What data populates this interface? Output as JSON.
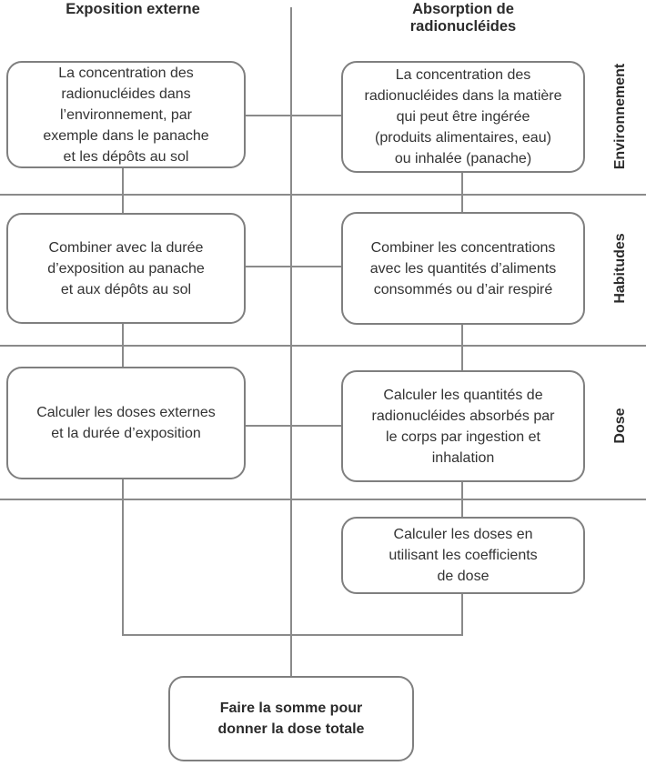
{
  "diagram": {
    "left_column_header": "Exposition externe",
    "right_column_header": "Absorption de\nradionucléides",
    "row_labels": [
      "Environnement",
      "Habitudes",
      "Dose"
    ],
    "boxes": {
      "left_environment": "La concentration des\nradionucléides dans\nl’environnement, par\nexemple dans le panache\net les dépôts au sol",
      "right_environment": "La concentration des\nradionucléides dans la matière\nqui peut être ingérée\n(produits alimentaires, eau)\nou inhalée (panache)",
      "left_habits": "Combiner avec la durée\nd’exposition au panache\net aux dépôts au sol",
      "right_habits": "Combiner les concentrations\navec les quantités d’aliments\nconsommés ou d’air respiré",
      "left_dose": "Calculer les doses externes\net la durée d’exposition",
      "right_dose": "Calculer les quantités de\nradionucléides absorbés par\nle corps par ingestion et\ninhalation",
      "right_coefficients": "Calculer les doses en\nutilisant les coefficients\nde dose",
      "total": "Faire la somme pour\ndonner la dose totale"
    },
    "line_color": "#8a8a8a",
    "border_color": "#7f7f7f"
  }
}
